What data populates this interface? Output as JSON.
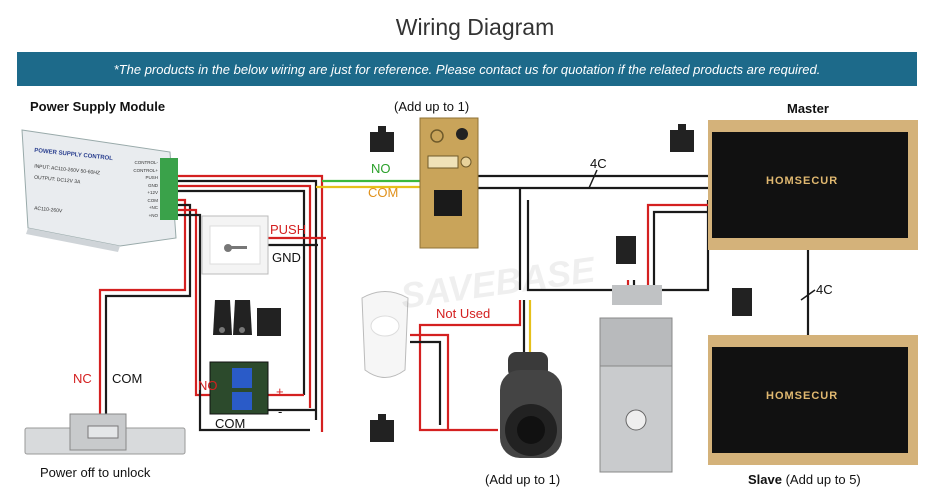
{
  "title": "Wiring Diagram",
  "notice": "*The products in the below wiring are just for reference. Please contact us for quotation if the related products are required.",
  "labels": {
    "power_supply": "Power Supply Module",
    "add_up_to_1_top": "(Add up to 1)",
    "master": "Master",
    "no": "NO",
    "com": "COM",
    "four_c_top": "4C",
    "four_c_right": "4C",
    "push": "PUSH",
    "gnd": "GND",
    "not_used": "Not Used",
    "nc": "NC",
    "com_lock": "COM",
    "no_relay": "NO",
    "com_relay": "COM",
    "plus": "+",
    "minus": "-",
    "power_off": "Power off to unlock",
    "add_up_to_1_bottom": "(Add up to 1)",
    "slave": "Slave",
    "slave_suffix": " (Add up to 5)"
  },
  "psu": {
    "header": "POWER SUPPLY CONTROL",
    "input": "INPUT: AC110-260V 50-60HZ",
    "output": "OUTPUT: DC12V  3A",
    "ac": "AC110-260V",
    "terminals": [
      "CONTROL-",
      "CONTROL+",
      "PUSH",
      "GND",
      "+12V",
      "COM",
      "+NC",
      "+NO"
    ]
  },
  "brand": {
    "monitor_master": "HOMSECUR",
    "monitor_slave": "HOMSECUR"
  },
  "watermark": "SAVEBASE",
  "colors": {
    "banner": "#1d6a8a",
    "red_wire": "#d42020",
    "black_wire": "#1a1a1a",
    "green_wire": "#3cb83c",
    "yellow_wire": "#e6c01a",
    "gold": "#c9a45a"
  }
}
